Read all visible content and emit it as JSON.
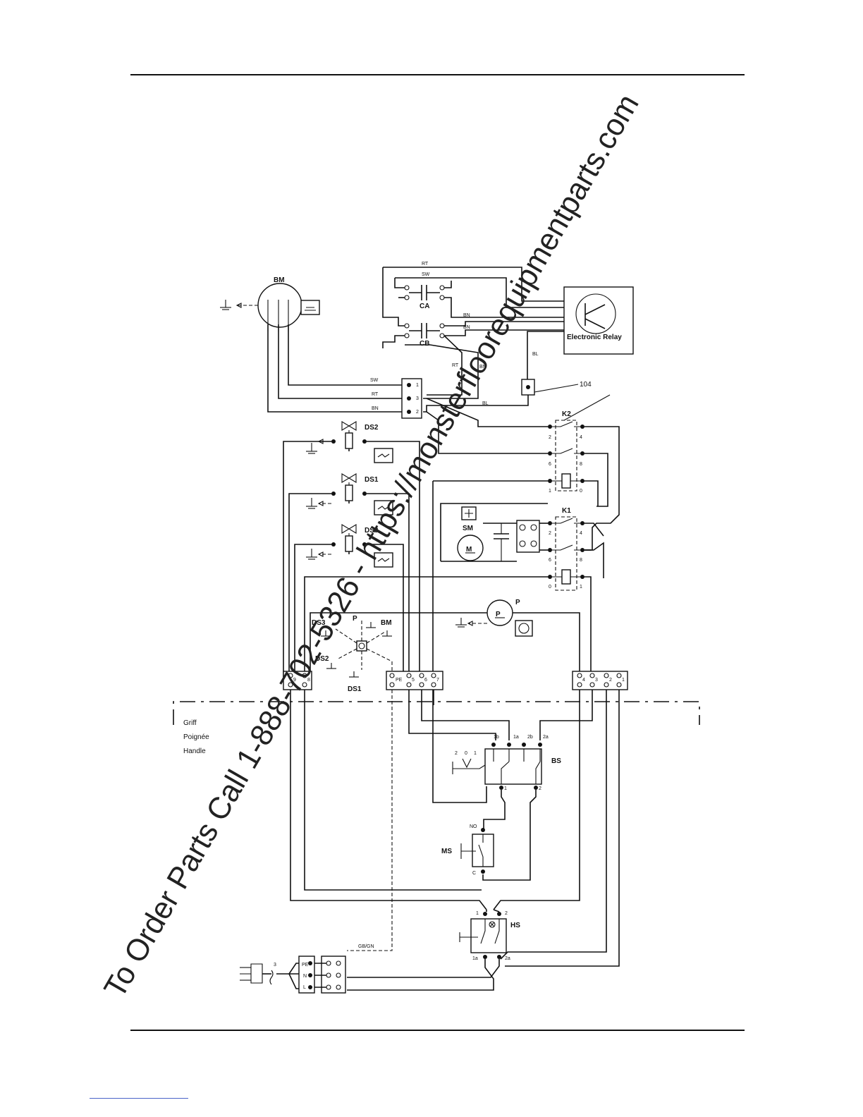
{
  "components": {
    "bm": "BM",
    "ca": "CA",
    "cb": "CB",
    "relay": "Electronic Relay",
    "ref104": "104",
    "k2": "K2",
    "k1": "K1",
    "ds2": "DS2",
    "ds1": "DS1",
    "ds3": "DS3",
    "sm": "SM",
    "motor_m": "M",
    "p": "P",
    "bs": "BS",
    "ms": "MS",
    "hs": "HS"
  },
  "ground_cluster": {
    "ds3": "DS3",
    "p": "P",
    "bm": "BM",
    "ds2": "DS2",
    "ds1": "DS1"
  },
  "wire_labels": {
    "rt": "RT",
    "sw": "SW",
    "bn": "BN",
    "bl": "BL",
    "gbgn": "GB/GN"
  },
  "handle_labels": [
    "Griff",
    "Poignée",
    "Handle"
  ],
  "terminal_labels": {
    "t1": "1",
    "t2": "2",
    "t3": "3",
    "t4": "4",
    "t5": "5",
    "t6": "6",
    "t7": "7",
    "t8": "8",
    "t9": "9",
    "t0": "0",
    "pe": "PE",
    "n": "N",
    "l": "L",
    "b1b": "1b",
    "b1a": "1a",
    "b2b": "2b",
    "b2a": "2a",
    "no": "NO",
    "c": "C",
    "h1a": "1a",
    "h2a": "2a",
    "sel2": "2",
    "sel0": "0",
    "sel1": "1"
  },
  "watermark": "To Order Parts Call 1-888-702-5326 - https://monsterfloorequipmentparts.com"
}
